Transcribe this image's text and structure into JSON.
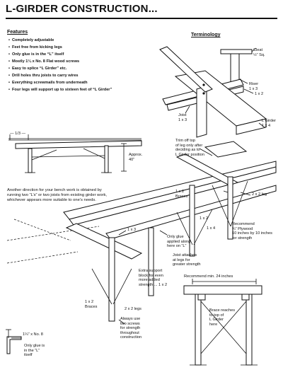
{
  "title": "L-GIRDER CONSTRUCTION...",
  "features": {
    "heading": "Features",
    "items": [
      "Completely adjustable",
      "Feet free from kicking legs",
      "Only glue is in the “L” itself",
      "Mostly 1¼ x No. 8 Flat wood screws",
      "Easy to splice “L Girder” etc.",
      "Drill holes thru joists to carry wires",
      "Everything screwmails from underneath",
      "Four legs will support up to sixteen feet of “L Girder”"
    ]
  },
  "terminology": {
    "heading": "Terminology",
    "cleat": "Cleat\n½” Sq.",
    "riser": "Riser\n1 x 3",
    "one_by_two": "1 x 2",
    "joist": "Joist\n1 x 3",
    "l_girder": "L Girder\n1 x 4"
  },
  "side_view": {
    "dim_third": "— 1/3 —",
    "height": "Approx.\n40”"
  },
  "trim_note": "Trim off top\nof leg only after\ndeciding as to\nL Girder position",
  "bench_note": "Another direction for your bench work is obtained by running two “L’s” or two joists from existing girder work, whichever appears more suitable to one’s needs.",
  "main": {
    "braces_top": "1 x 2\nBraces",
    "leg_2x2": "2 x 2 leg",
    "one_by_two": "1 x 2",
    "one_by_four": "1 x 4",
    "plywood": "Recommend\n¾” Plywood\n10 inches by 10 inches\nfor strength",
    "one_by_three": "1 x 3",
    "only_glue": "Only glue\napplied along\nhere on “L”",
    "joist_attaches": "Joist attaches\nat legs for\ngreater strength",
    "extra_support": "Extra support\nblock for even\nmore added\nstrength ... 1 x 2",
    "braces_low": "1 x 2\nBraces",
    "legs_2x2": "2 x 2 legs",
    "two_screws": "Always use\ntwo screws\nfor strength\nthroughout\nconstruction"
  },
  "end_view": {
    "recommend": "Recommend min. 24 inches",
    "brace_reaches": "Brace reaches\nto top of\nL Girder\nhere"
  },
  "glue_detail": {
    "screw": "1¼” x No. 8",
    "only_glue": "Only glue is\nin the “L”\nitself"
  }
}
